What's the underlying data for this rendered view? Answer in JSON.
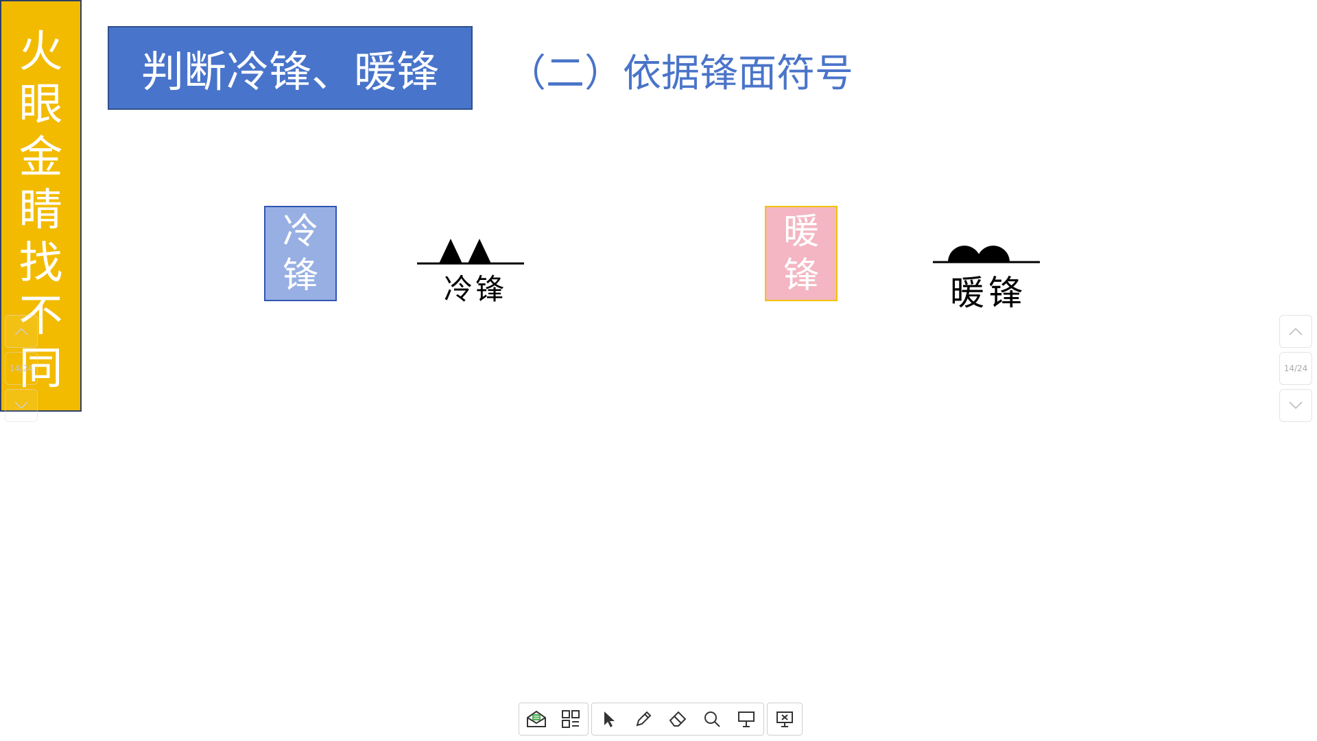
{
  "side_banner": {
    "chars": [
      "火",
      "眼",
      "金",
      "睛",
      "找",
      "不",
      "同"
    ]
  },
  "title": "判断冷锋、暖锋",
  "subtitle": "（二）依据锋面符号",
  "cold_label": {
    "line1": "冷",
    "line2": "锋"
  },
  "warm_label": {
    "line1": "暖",
    "line2": "锋"
  },
  "cold_front_caption": "冷锋",
  "warm_front_caption": "暖锋",
  "pager": {
    "page": "14/24"
  },
  "toolbar": {
    "icons": [
      "mail-icon",
      "grid-icon",
      "cursor-icon",
      "pen-icon",
      "eraser-icon",
      "search-icon",
      "whiteboard-icon",
      "exit-presentation-icon"
    ]
  },
  "colors": {
    "banner": "#f2bb00",
    "title_bg": "#4874cb",
    "subtitle": "#4a74c9",
    "cold_box": "#97afe3",
    "warm_box": "#f3b6c2"
  }
}
